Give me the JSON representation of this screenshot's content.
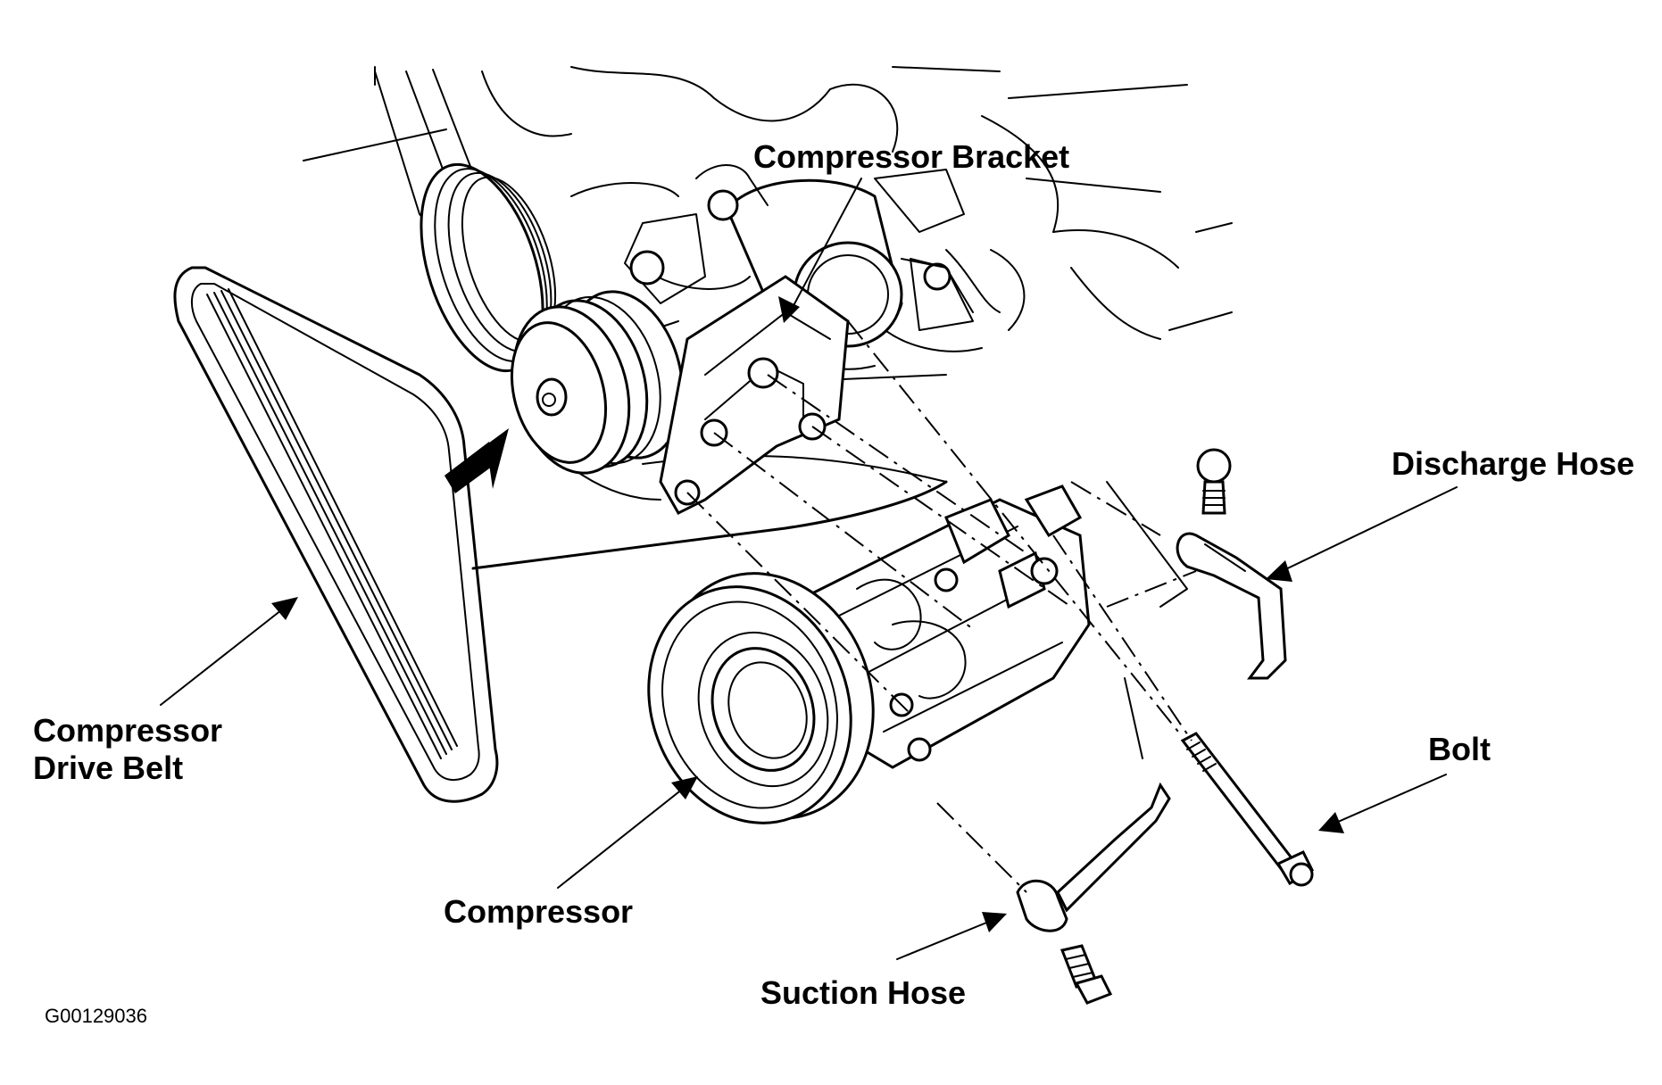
{
  "labels": {
    "compressor_bracket": "Compressor Bracket",
    "discharge_hose": "Discharge Hose",
    "compressor_drive_belt_line1": "Compressor",
    "compressor_drive_belt_line2": "Drive Belt",
    "bolt": "Bolt",
    "compressor": "Compressor",
    "suction_hose": "Suction Hose"
  },
  "figure_code": "G00129036",
  "colors": {
    "ink": "#000000",
    "paper": "#ffffff"
  }
}
